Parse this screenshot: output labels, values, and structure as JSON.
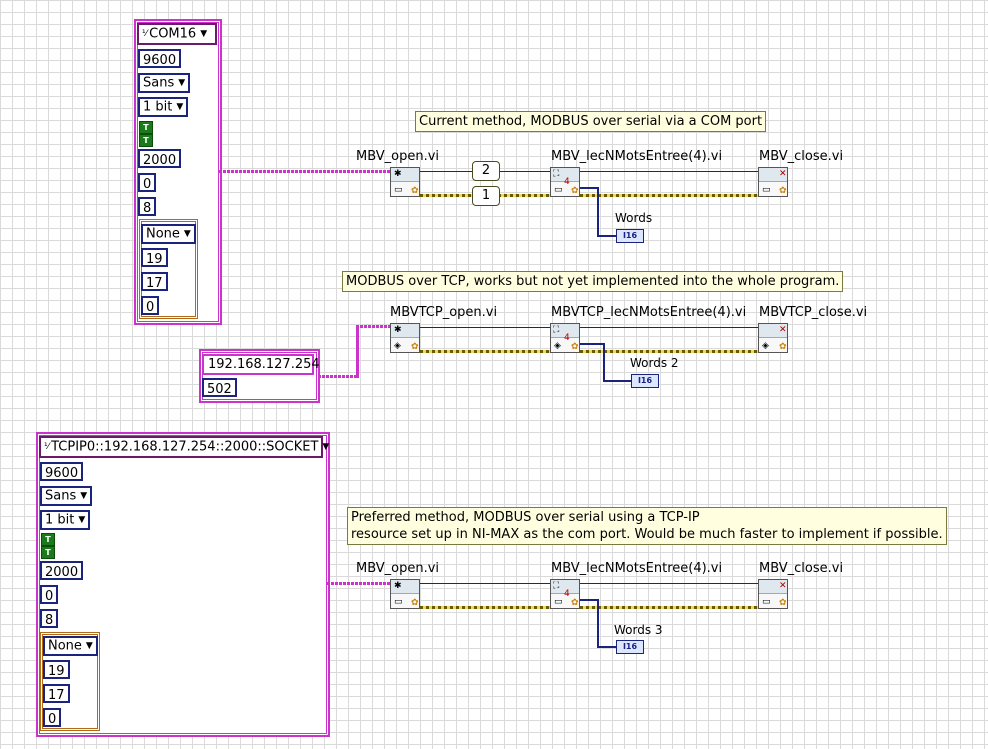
{
  "notes": {
    "note1": "Current method, MODBUS over serial via a COM port",
    "note2": "MODBUS over TCP, works but not yet implemented into the whole program.",
    "note3_line1": "Preferred method, MODBUS over serial using a TCP-IP",
    "note3_line2": "resource set up in NI-MAX as the com port. Would be much faster to implement if possible."
  },
  "cluster1": {
    "visa": "COM16",
    "baud": "9600",
    "parity": "Sans",
    "stop_bits": "1 bit",
    "bool1": "T",
    "bool2": "T",
    "timeout": "2000",
    "val_a": "0",
    "data_bits": "8",
    "inner": {
      "flow": "None",
      "v1": "19",
      "v2": "17",
      "v3": "0"
    }
  },
  "cluster2": {
    "ip": "192.168.127.254",
    "port": "502"
  },
  "cluster3": {
    "visa": "TCPIP0::192.168.127.254::2000::SOCKET",
    "baud": "9600",
    "parity": "Sans",
    "stop_bits": "1 bit",
    "bool1": "T",
    "bool2": "T",
    "timeout": "2000",
    "val_a": "0",
    "data_bits": "8",
    "inner": {
      "flow": "None",
      "v1": "19",
      "v2": "17",
      "v3": "0"
    }
  },
  "row1": {
    "open": "MBV_open.vi",
    "read": "MBV_lecNMotsEntree(4).vi",
    "close": "MBV_close.vi",
    "const_a": "2",
    "const_b": "1",
    "words": "Words"
  },
  "row2": {
    "open": "MBVTCP_open.vi",
    "read": "MBVTCP_lecNMotsEntree(4).vi",
    "close": "MBVTCP_close.vi",
    "words": "Words 2"
  },
  "row3": {
    "open": "MBV_open.vi",
    "read": "MBV_lecNMotsEntree(4).vi",
    "close": "MBV_close.vi",
    "words": "Words 3"
  },
  "indicator_type": "I16",
  "read_icon_text": "4"
}
